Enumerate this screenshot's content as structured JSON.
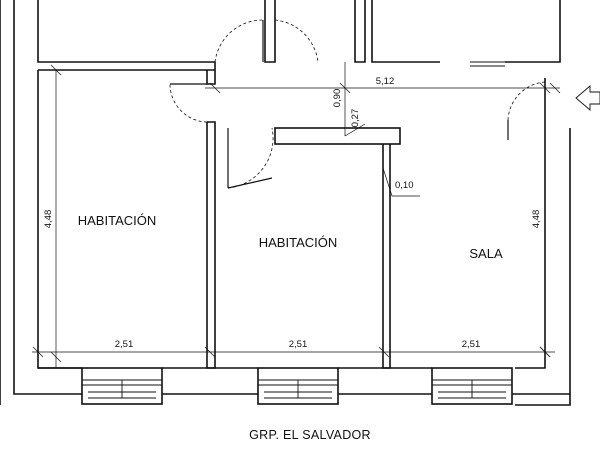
{
  "rooms": {
    "left": "HABITACIÓN",
    "center": "HABITACIÓN",
    "right": "SALA"
  },
  "dimensions": {
    "top_width": "5,12",
    "corridor": "0,90",
    "wall_a": "0,27",
    "wall_b": "0,10",
    "left_depth": "4,48",
    "right_depth": "4,48",
    "left_width": "2,51",
    "center_width": "2,51",
    "right_width": "2,51"
  },
  "caption": "GRP. EL SALVADOR",
  "icons": {
    "entrance": "entrance-arrow-icon"
  }
}
